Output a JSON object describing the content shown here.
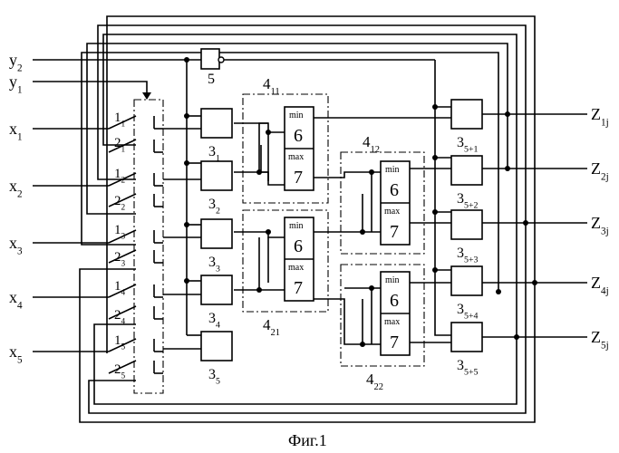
{
  "caption": "Фиг.1",
  "inputs": [
    {
      "id": "y2",
      "base": "y",
      "sub": "2"
    },
    {
      "id": "y1",
      "base": "y",
      "sub": "1"
    },
    {
      "id": "x1",
      "base": "x",
      "sub": "1"
    },
    {
      "id": "x2",
      "base": "x",
      "sub": "2"
    },
    {
      "id": "x3",
      "base": "x",
      "sub": "3"
    },
    {
      "id": "x4",
      "base": "x",
      "sub": "4"
    },
    {
      "id": "x5",
      "base": "x",
      "sub": "5"
    }
  ],
  "switches": [
    {
      "id": "s11",
      "base": "1",
      "sub": "1"
    },
    {
      "id": "s21",
      "base": "2",
      "sub": "1"
    },
    {
      "id": "s12",
      "base": "1",
      "sub": "2"
    },
    {
      "id": "s22",
      "base": "2",
      "sub": "2"
    },
    {
      "id": "s13",
      "base": "1",
      "sub": "3"
    },
    {
      "id": "s23",
      "base": "2",
      "sub": "3"
    },
    {
      "id": "s14",
      "base": "1",
      "sub": "4"
    },
    {
      "id": "s24",
      "base": "2",
      "sub": "4"
    },
    {
      "id": "s15",
      "base": "1",
      "sub": "5"
    },
    {
      "id": "s25",
      "base": "2",
      "sub": "5"
    }
  ],
  "inverter_label": "5",
  "gates_left": [
    {
      "base": "3",
      "sub": "1"
    },
    {
      "base": "3",
      "sub": "2"
    },
    {
      "base": "3",
      "sub": "3"
    },
    {
      "base": "3",
      "sub": "4"
    },
    {
      "base": "3",
      "sub": "5"
    }
  ],
  "gates_right": [
    {
      "base": "3",
      "sub": "5+1"
    },
    {
      "base": "3",
      "sub": "5+2"
    },
    {
      "base": "3",
      "sub": "5+3"
    },
    {
      "base": "3",
      "sub": "5+4"
    },
    {
      "base": "3",
      "sub": "5+5"
    }
  ],
  "comparators": [
    {
      "id": "c11",
      "base": "4",
      "sub": "11",
      "min_label": "min",
      "min_num": "6",
      "max_label": "max",
      "max_num": "7"
    },
    {
      "id": "c21",
      "base": "4",
      "sub": "21",
      "min_label": "min",
      "min_num": "6",
      "max_label": "max",
      "max_num": "7"
    },
    {
      "id": "c12",
      "base": "4",
      "sub": "12",
      "min_label": "min",
      "min_num": "6",
      "max_label": "max",
      "max_num": "7"
    },
    {
      "id": "c22",
      "base": "4",
      "sub": "22",
      "min_label": "min",
      "min_num": "6",
      "max_label": "max",
      "max_num": "7"
    }
  ],
  "outputs": [
    {
      "base": "Z",
      "sub": "1j"
    },
    {
      "base": "Z",
      "sub": "2j"
    },
    {
      "base": "Z",
      "sub": "3j"
    },
    {
      "base": "Z",
      "sub": "4j"
    },
    {
      "base": "Z",
      "sub": "5j"
    }
  ]
}
